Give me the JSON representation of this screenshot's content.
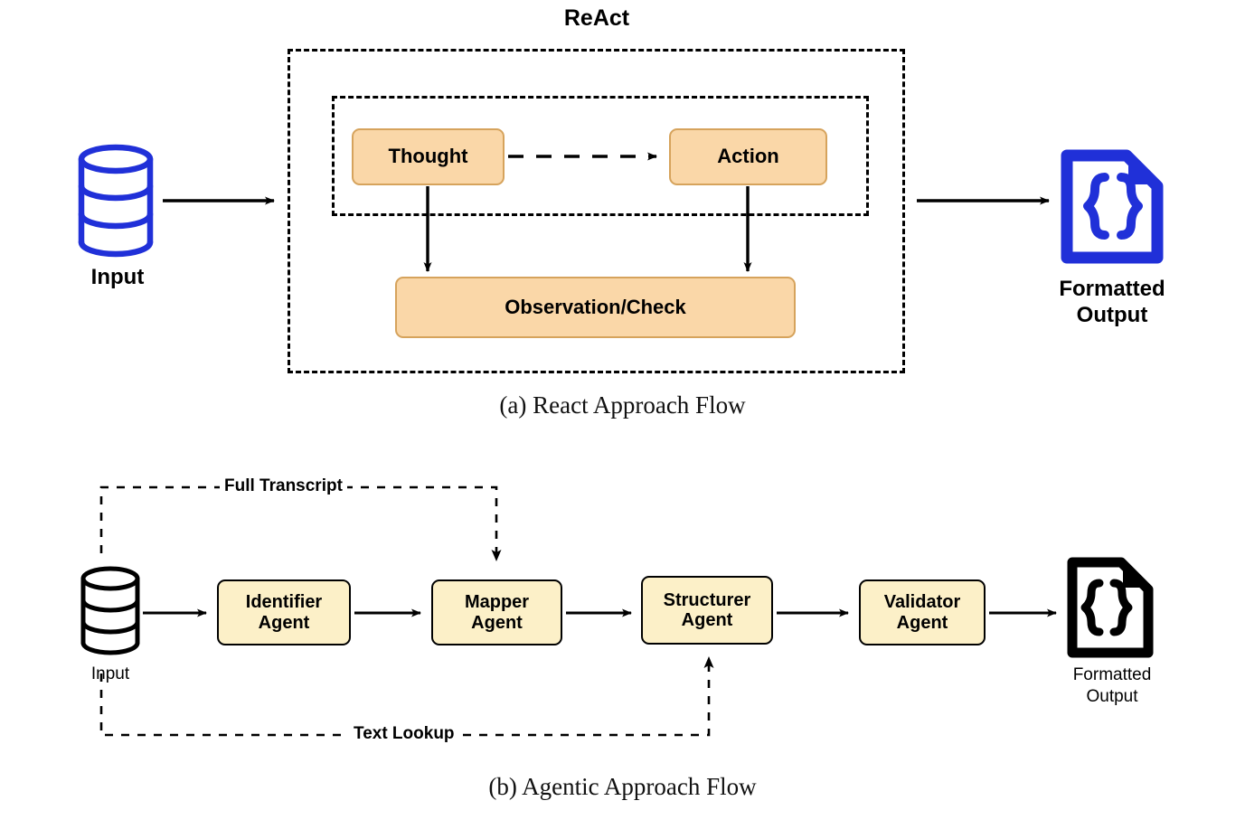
{
  "figure": {
    "panels": [
      {
        "id": "a",
        "caption": "(a) React Approach Flow",
        "title": "ReAct",
        "input_label": "Input",
        "output_label_line1": "Formatted",
        "output_label_line2": "Output",
        "input_icon": "database-cylinder-icon",
        "output_icon": "json-document-icon",
        "nodes": [
          {
            "id": "thought",
            "label": "Thought"
          },
          {
            "id": "action",
            "label": "Action"
          },
          {
            "id": "observation",
            "label": "Observation/Check"
          }
        ],
        "colors": {
          "node_fill": "#FAD7A8",
          "node_stroke": "#D6A35C",
          "icon_stroke": "#2030D8",
          "boundary_stroke": "#000000"
        },
        "edges": [
          {
            "from": "input",
            "to": "react-boundary",
            "style": "solid",
            "label": ""
          },
          {
            "from": "thought",
            "to": "action",
            "style": "dashed",
            "label": ""
          },
          {
            "from": "thought",
            "to": "observation",
            "style": "solid",
            "label": ""
          },
          {
            "from": "action",
            "to": "observation",
            "style": "solid",
            "label": ""
          },
          {
            "from": "react-boundary",
            "to": "formatted-output",
            "style": "solid",
            "label": ""
          }
        ]
      },
      {
        "id": "b",
        "caption": "(b) Agentic Approach Flow",
        "input_label": "Input",
        "output_label_line1": "Formatted",
        "output_label_line2": "Output",
        "input_icon": "database-cylinder-icon",
        "output_icon": "json-document-icon",
        "nodes": [
          {
            "id": "identifier",
            "label_line1": "Identifier",
            "label_line2": "Agent"
          },
          {
            "id": "mapper",
            "label_line1": "Mapper",
            "label_line2": "Agent"
          },
          {
            "id": "structurer",
            "label_line1": "Structurer",
            "label_line2": "Agent"
          },
          {
            "id": "validator",
            "label_line1": "Validator",
            "label_line2": "Agent"
          }
        ],
        "colors": {
          "node_fill": "#FCF0C8",
          "node_stroke": "#000000",
          "icon_stroke": "#000000"
        },
        "edges": [
          {
            "from": "input",
            "to": "identifier",
            "style": "solid",
            "label": ""
          },
          {
            "from": "identifier",
            "to": "mapper",
            "style": "solid",
            "label": ""
          },
          {
            "from": "mapper",
            "to": "structurer",
            "style": "solid",
            "label": ""
          },
          {
            "from": "structurer",
            "to": "validator",
            "style": "solid",
            "label": ""
          },
          {
            "from": "validator",
            "to": "formatted-output",
            "style": "solid",
            "label": ""
          },
          {
            "from": "input",
            "to": "mapper",
            "style": "dashed",
            "label": "Full Transcript"
          },
          {
            "from": "input",
            "to": "structurer",
            "style": "dashed",
            "label": "Text Lookup"
          }
        ],
        "edge_labels": {
          "full_transcript": "Full Transcript",
          "text_lookup": "Text Lookup"
        }
      }
    ]
  }
}
